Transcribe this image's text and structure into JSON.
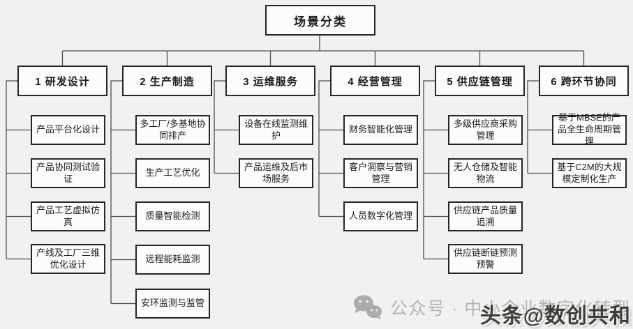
{
  "root": {
    "label": "场景分类"
  },
  "tree": {
    "columns": [
      {
        "label": "1 研发设计",
        "children": [
          "产品平台化设计",
          "产品协同测试验证",
          "产品工艺虚拟仿真",
          "产线及工厂三维优化设计"
        ]
      },
      {
        "label": "2 生产制造",
        "children": [
          "多工厂/多基地协同排产",
          "生产工艺优化",
          "质量智能检测",
          "远程能耗监测",
          "安环监测与监管"
        ]
      },
      {
        "label": "3 运维服务",
        "children": [
          "设备在线监测维护",
          "产品运维及后市场服务"
        ]
      },
      {
        "label": "4 经营管理",
        "children": [
          "财务智能化管理",
          "客户洞察与营销管理",
          "人员数字化管理"
        ]
      },
      {
        "label": "5 供应链管理",
        "children": [
          "多级供应商采购管理",
          "无人仓储及智能物流",
          "供应链产品质量追溯",
          "供应链断链预测预警"
        ]
      },
      {
        "label": "6 跨环节协同",
        "children": [
          "基于MBSE的产品全生命周期管理",
          "基于C2M的大规模定制化生产"
        ]
      }
    ]
  },
  "watermarks": {
    "wechat_icon": "wechat-icon",
    "wechat_label": "公众号 · 中小企业数字化转型",
    "toutiao_label": "头条@数创共和"
  },
  "colors": {
    "background": "#f2f1ef",
    "box_fill": "#fcfcfb",
    "box_border": "#262626",
    "connector": "#4d4d4d",
    "watermark_gray": "#b5b4b2",
    "watermark_dark": "#3f3d3a"
  }
}
